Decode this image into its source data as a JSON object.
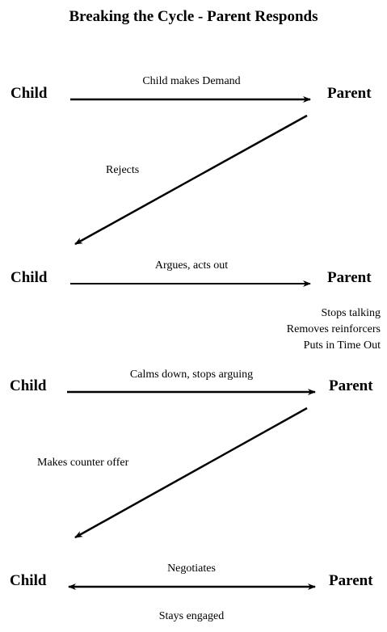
{
  "title": "Breaking the Cycle - Parent Responds",
  "nodes": {
    "child": "Child",
    "parent": "Parent"
  },
  "edges": [
    {
      "label": "Child makes Demand",
      "from": "Child",
      "to": "Parent"
    },
    {
      "label": "Rejects",
      "from": "Parent",
      "to": "Child"
    },
    {
      "label": "Argues, acts out",
      "from": "Child",
      "to": "Parent"
    },
    {
      "label": "Calms down, stops arguing",
      "from": "Child",
      "to": "Parent"
    },
    {
      "label": "Makes counter offer",
      "from": "Parent",
      "to": "Child"
    },
    {
      "label": "Negotiates",
      "from": "Child",
      "to": "Parent",
      "bidirectional": true
    }
  ],
  "parent_response": [
    "Stops talking",
    "Removes reinforcers",
    "Puts in Time Out"
  ],
  "footer_note": "Stays engaged"
}
